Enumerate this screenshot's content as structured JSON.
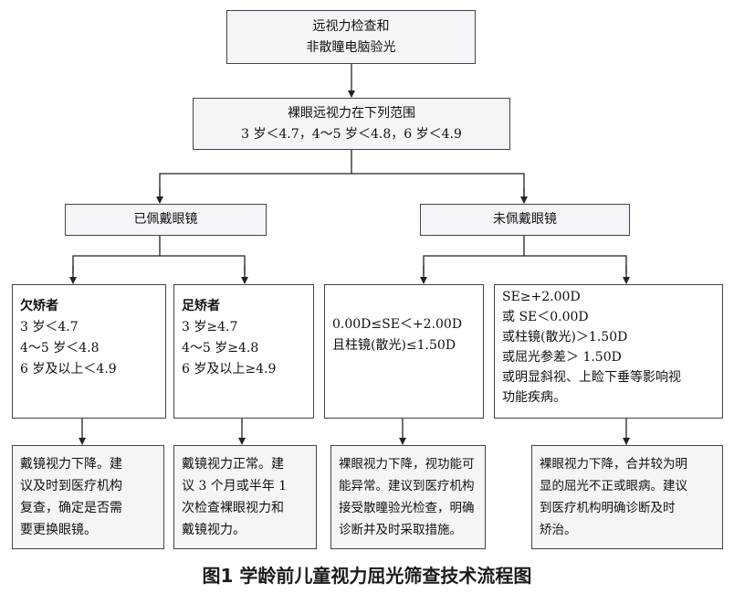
{
  "nodes": {
    "start": {
      "lines": [
        "远视力检查和",
        "非散瞳电脑验光"
      ]
    },
    "naked_range": {
      "lines": [
        "裸眼远视力在下列范围",
        "3 岁＜4.7，4～5 岁＜4.8，6 岁＜4.9"
      ]
    },
    "glasses": {
      "label": "已佩戴眼镜"
    },
    "no_glasses": {
      "label": "未佩戴眼镜"
    },
    "under": {
      "title": "欠矫者",
      "lines": [
        "3 岁＜4.7",
        "4～5 岁＜4.8",
        "6 岁及以上＜4.9"
      ]
    },
    "full": {
      "title": "足矫者",
      "lines": [
        "3 岁≥4.7",
        "4～5 岁≥4.8",
        "6 岁及以上≥4.9"
      ]
    },
    "normal_range": {
      "lines": [
        "0.00D≤SE＜+2.00D",
        "且柱镜(散光)≤1.50D"
      ]
    },
    "abnormal_range": {
      "lines": [
        "SE≥+2.00D",
        "或 SE＜0.00D",
        "或柱镜(散光)＞1.50D",
        "或屈光参差＞ 1.50D",
        "或明显斜视、上睑下垂等影响视",
        "功能疾病。"
      ]
    },
    "advice_under": {
      "lines": [
        "戴镜视力下降。建",
        "议及时到医疗机构",
        "复查，确定是否需",
        "要更换眼镜。"
      ]
    },
    "advice_full": {
      "lines": [
        "戴镜视力正常。建",
        "议 3 个月或半年 1",
        "次检查裸眼视力和",
        "戴镜视力。"
      ]
    },
    "advice_normal": {
      "lines": [
        "裸眼视力下降，视功能可",
        "能异常。建议到医疗机构",
        "接受散瞳验光检查，明确",
        "诊断并及时采取措施。"
      ]
    },
    "advice_abnormal": {
      "lines": [
        "裸眼视力下降，合并较为明",
        "显的屈光不正或眼病。建议",
        "到医疗机构明确诊断及时",
        "矫治。"
      ]
    }
  },
  "caption": "图1 学龄前儿童视力屈光筛查技术流程图"
}
